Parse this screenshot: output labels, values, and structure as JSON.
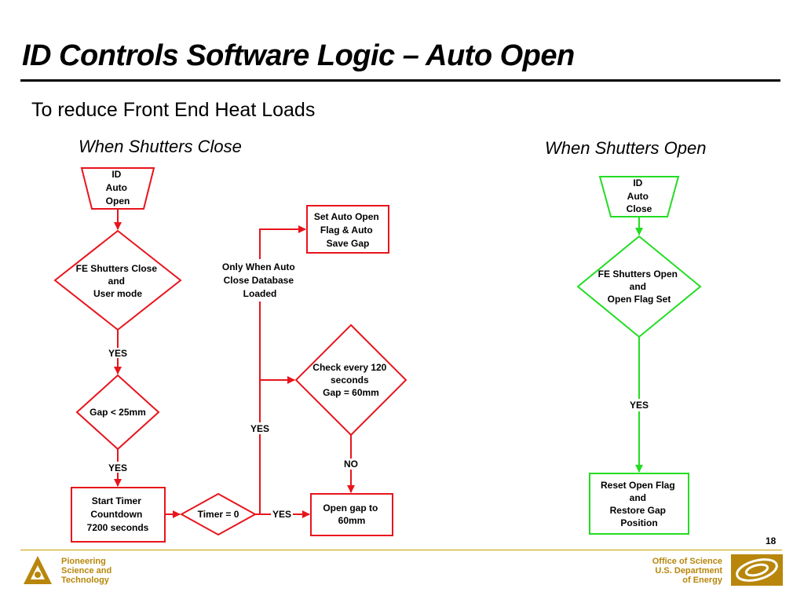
{
  "slide": {
    "title": "ID Controls Software Logic – Auto Open",
    "subtitle": "To reduce Front End Heat Loads",
    "section_close": "When Shutters Close",
    "section_open": "When Shutters Open",
    "page_number": "18"
  },
  "close_flow": {
    "start": [
      "ID",
      "Auto",
      "Open"
    ],
    "decision_shutters": [
      "FE Shutters Close",
      "and",
      "User mode"
    ],
    "yes_1": "YES",
    "decision_gap": [
      "Gap < 25mm"
    ],
    "yes_2": "YES",
    "timer_start": [
      "Start Timer",
      "Countdown",
      "7200 seconds"
    ],
    "decision_timer": [
      "Timer = 0"
    ],
    "yes_3": "YES",
    "open_gap": [
      "Open gap to",
      "60mm"
    ],
    "note_db": [
      "Only When Auto",
      "Close Database",
      "Loaded"
    ],
    "yes_4": "YES",
    "set_flag": [
      "Set Auto Open",
      "Flag & Auto",
      "Save Gap"
    ],
    "check_every": [
      "Check every 120",
      "seconds",
      "Gap = 60mm"
    ],
    "no_1": "NO"
  },
  "open_flow": {
    "start": [
      "ID",
      "Auto",
      "Close"
    ],
    "decision_shutters": [
      "FE Shutters Open",
      "and",
      "Open Flag Set"
    ],
    "yes_1": "YES",
    "reset": [
      "Reset Open Flag",
      "and",
      "Restore Gap",
      "Position"
    ]
  },
  "footer": {
    "left_lines": [
      "Pioneering",
      "Science and",
      "Technology"
    ],
    "right_lines": [
      "Office of Science",
      "U.S. Department",
      "of Energy"
    ]
  },
  "colors": {
    "close_flow": "#e8141c",
    "open_flow": "#22dd22",
    "footer_gold": "#b8860b"
  }
}
